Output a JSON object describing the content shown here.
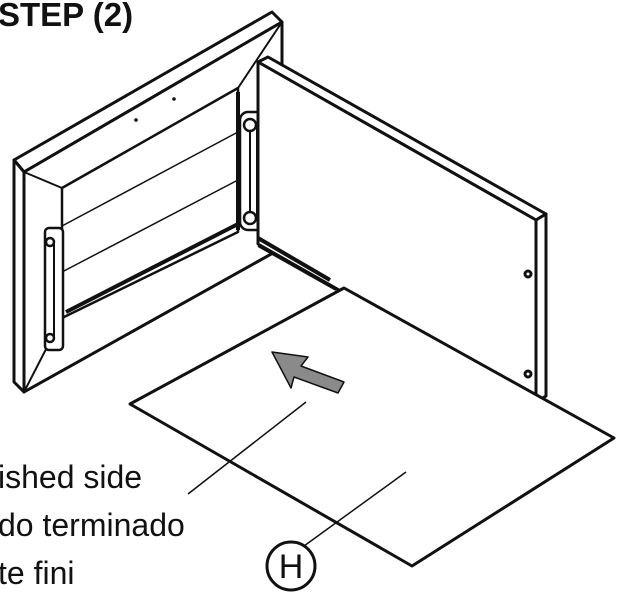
{
  "step_title": "STEP (2)",
  "callout_lines": [
    "ished side",
    "do terminado",
    "te fini"
  ],
  "part_label": "H",
  "colors": {
    "line": "#111111",
    "panel": "#ffffff",
    "arrow": "#888888",
    "background": "#ffffff"
  }
}
